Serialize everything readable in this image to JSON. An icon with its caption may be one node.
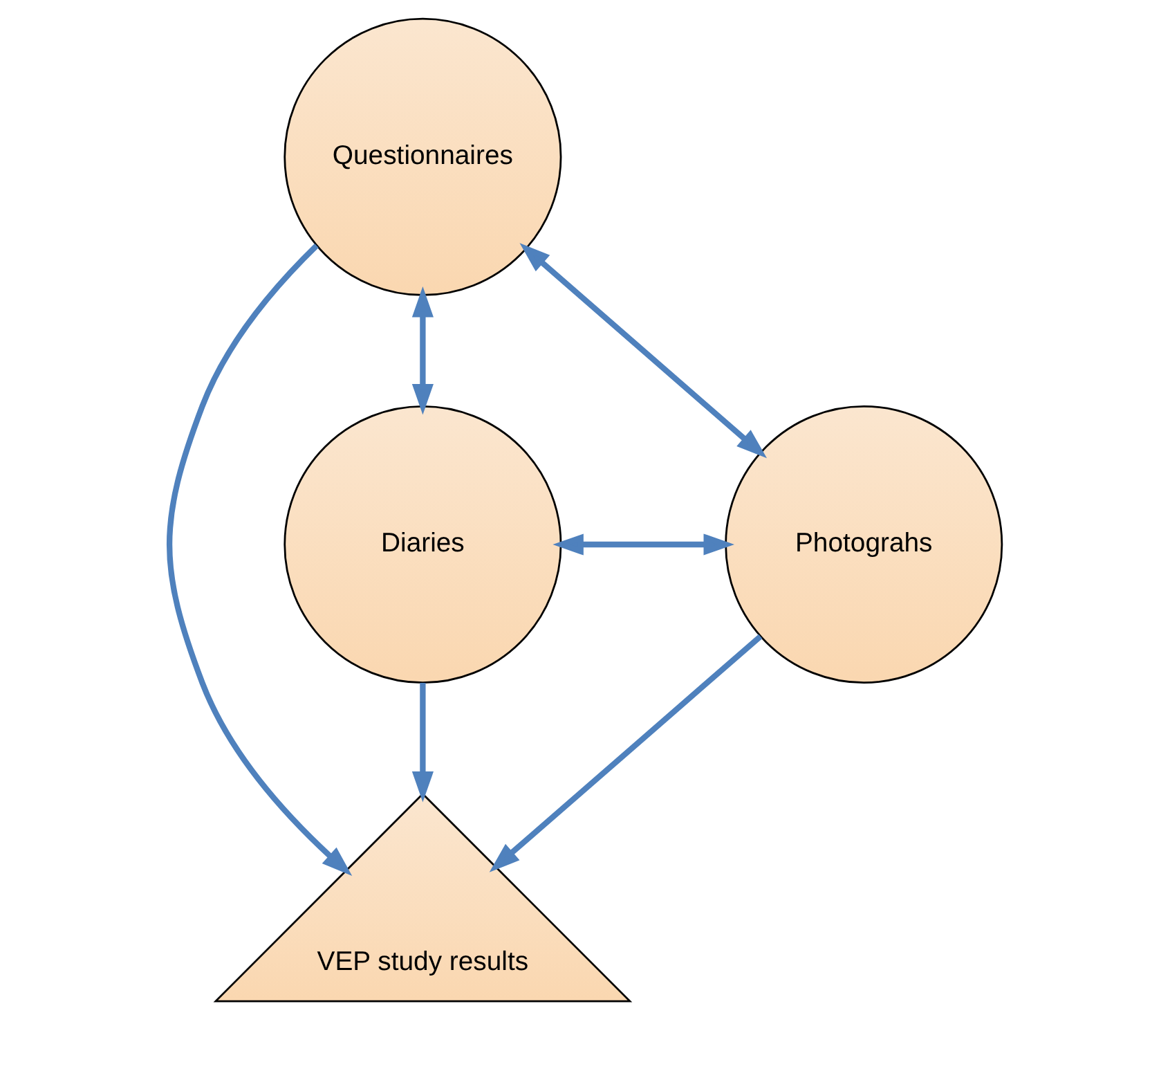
{
  "diagram": {
    "nodes": [
      {
        "text": [
          "Questionnaires"
        ]
      },
      {
        "text": [
          "VEP study results"
        ]
      },
      {
        "text": [
          "Diaries"
        ]
      },
      {
        "text": [
          "Photograhs"
        ]
      }
    ],
    "edges": [
      {
        "from": 0,
        "to": 1,
        "arrow": "to"
      },
      {
        "from": 0,
        "to": 2,
        "arrow": "both"
      },
      {
        "from": 0,
        "to": 3,
        "arrow": "both"
      },
      {
        "from": 2,
        "to": 1,
        "arrow": "to"
      },
      {
        "from": 3,
        "to": 1,
        "arrow": "to"
      },
      {
        "from": 2,
        "to": 3,
        "arrow": "both"
      }
    ]
  }
}
